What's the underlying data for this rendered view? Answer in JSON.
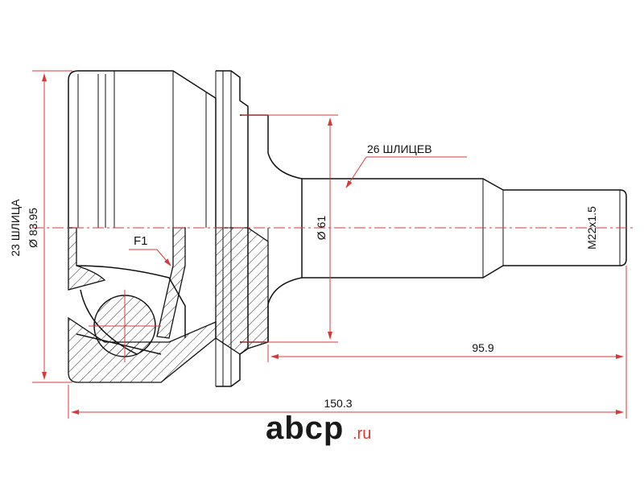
{
  "colors": {
    "outline": "#111111",
    "dimension": "#d83a3a",
    "logo_black": "#1a1a1a",
    "logo_red": "#e0342b",
    "background": "#ffffff"
  },
  "labels": {
    "splines_inner": "23 ШЛИЦА",
    "outer_diameter": "Ø 83.95",
    "shaft_splines": "26 ШЛИЦЕВ",
    "seal_diameter": "Ø 61",
    "thread": "M22x1.5",
    "feature": "F1",
    "length_shaft": "95.9",
    "length_total": "150.3"
  },
  "logo": {
    "brand": "abcp",
    "suffix": ".ru"
  }
}
